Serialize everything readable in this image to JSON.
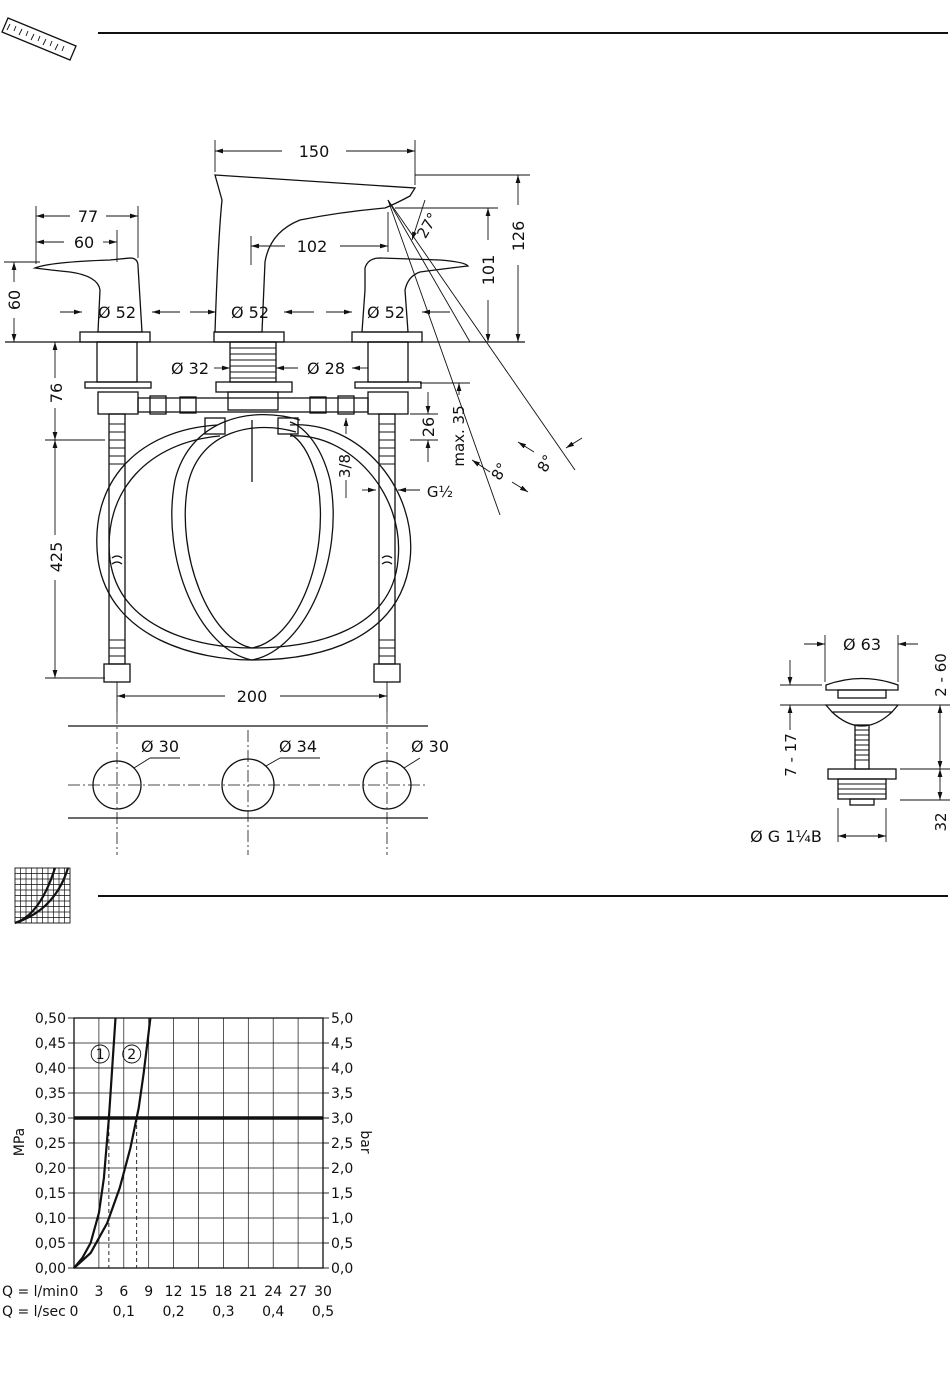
{
  "diagram": {
    "dims": {
      "d150": "150",
      "d126": "126",
      "d101": "101",
      "d102": "102",
      "d27deg": "27°",
      "d77": "77",
      "d60a": "60",
      "d60b": "60",
      "phi52a": "Ø 52",
      "phi52b": "Ø 52",
      "phi52c": "Ø 52",
      "phi32": "Ø 32",
      "phi28": "Ø 28",
      "d76": "76",
      "d26": "26",
      "max35": "max. 35",
      "d38": "3/8",
      "g12": "G½",
      "d8a": "8°",
      "d8b": "8°",
      "d425": "425",
      "d200": "200",
      "phi30a": "Ø 30",
      "phi34": "Ø 34",
      "phi30b": "Ø 30"
    },
    "waste": {
      "phi63": "Ø 63",
      "d260": "2 - 60",
      "d717": "7 - 17",
      "d32": "32",
      "thread": "Ø G 1¼B"
    }
  },
  "chart_data": {
    "type": "line",
    "left_unit": "MPa",
    "right_unit": "bar",
    "left_ticks": [
      "0,00",
      "0,05",
      "0,10",
      "0,15",
      "0,20",
      "0,25",
      "0,30",
      "0,35",
      "0,40",
      "0,45",
      "0,50"
    ],
    "right_ticks": [
      "0,0",
      "0,5",
      "1,0",
      "1,5",
      "2,0",
      "2,5",
      "3,0",
      "3,5",
      "4,0",
      "4,5",
      "5,0"
    ],
    "q_min_label": "Q = l/min",
    "q_min_ticks": [
      "0",
      "3",
      "6",
      "9",
      "12",
      "15",
      "18",
      "21",
      "24",
      "27",
      "30"
    ],
    "q_sec_label": "Q = l/sec",
    "q_sec_ticks": [
      "0",
      "0,1",
      "0,2",
      "0,3",
      "0,4",
      "0,5"
    ],
    "xlim": [
      0,
      30
    ],
    "ylim": [
      0,
      0.5
    ],
    "reference_pressure": 0.3,
    "series": [
      {
        "name": "1",
        "x": [
          0,
          1,
          2,
          3,
          3.6,
          4.2,
          4.6,
          5
        ],
        "y": [
          0,
          0.02,
          0.05,
          0.11,
          0.18,
          0.3,
          0.4,
          0.5
        ]
      },
      {
        "name": "2",
        "x": [
          0,
          2,
          4,
          5.5,
          6.8,
          7.8,
          8.4,
          9.2
        ],
        "y": [
          0,
          0.03,
          0.09,
          0.16,
          0.24,
          0.32,
          0.39,
          0.5
        ]
      }
    ]
  }
}
